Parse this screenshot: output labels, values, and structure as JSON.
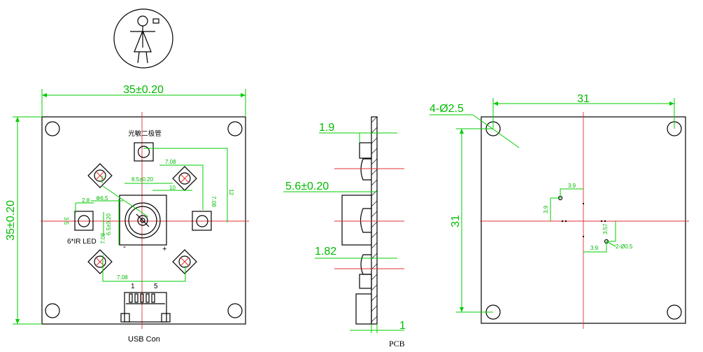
{
  "symbol": {
    "icon": "human-figure-icon"
  },
  "front_view": {
    "width_dim": "35±0.20",
    "height_dim": "35±0.20",
    "photodiode_label": "光敏二极管",
    "ir_led_label": "6*IR LED",
    "dims": {
      "d_7_08_top": "7.08",
      "d_8_5": "8.5±0.20",
      "d_10": "10",
      "d_12": "12",
      "d_7_08_right": "7.08",
      "d_2_8": "2.8",
      "d_phi_6_5": "Φ6.5",
      "d_3_5": "3.5",
      "d_6_5": "6.5±0.20",
      "d_7_08_left": "7.08",
      "d_7_08_bottom": "7.08"
    },
    "polarity_minus": "-",
    "polarity_plus": "+",
    "pin_1": "1",
    "pin_5": "5",
    "usb_label": "USB Con"
  },
  "side_view": {
    "dim_1_9": "1.9",
    "dim_5_6": "5.6±0.20",
    "dim_1_82": "1.82",
    "dim_1": "1",
    "pcb_label": "PCB"
  },
  "back_view": {
    "holes_dim": "4-Ø2.5",
    "width_dim": "31",
    "height_dim": "31",
    "d_3_9_a": "3.9",
    "d_3_9_b": "3.9",
    "d_3_57": "3.57",
    "d_3_9_c": "3.9",
    "d_2_phi_0_5": "2-Ø0.5"
  },
  "colors": {
    "dimension": "#00cc00",
    "centerline": "#e03030",
    "outline": "#000000"
  }
}
